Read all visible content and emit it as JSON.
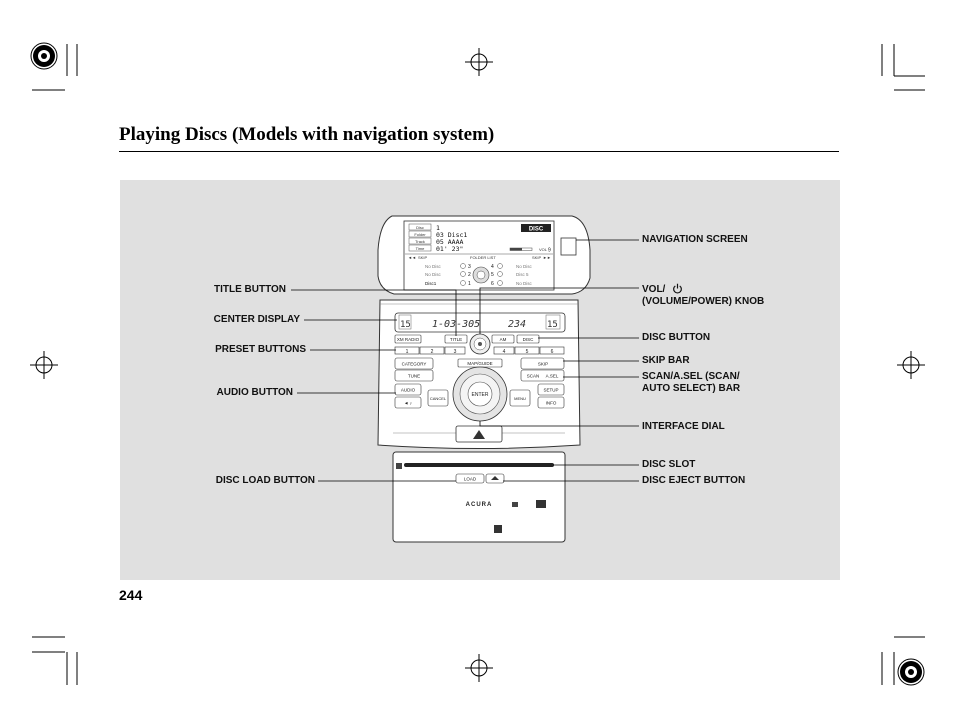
{
  "page": {
    "title": "Playing Discs (Models with navigation system)",
    "page_number": "244"
  },
  "callouts": {
    "title_button": "TITLE BUTTON",
    "center_display": "CENTER DISPLAY",
    "preset_buttons": "PRESET BUTTONS",
    "audio_button": "AUDIO BUTTON",
    "disc_load_button": "DISC LOAD BUTTON",
    "navigation_screen": "NAVIGATION SCREEN",
    "vol_knob_line1": "VOL/",
    "vol_knob_line2": "(VOLUME/POWER) KNOB",
    "disc_button": "DISC BUTTON",
    "skip_bar": "SKIP BAR",
    "scan_line1": "SCAN/A.SEL (SCAN/",
    "scan_line2": "AUTO SELECT) BAR",
    "interface_dial": "INTERFACE DIAL",
    "disc_slot": "DISC SLOT",
    "disc_eject_button": "DISC EJECT BUTTON"
  },
  "nav_screen": {
    "mode_label": "DISC",
    "rows": [
      {
        "label": "Disc",
        "value": "1"
      },
      {
        "label": "Folder",
        "value": "03 Disc1"
      },
      {
        "label": "Track",
        "value": "05 AAAA"
      },
      {
        "label": "Time",
        "value": "01' 23\""
      }
    ],
    "volume_label": "VOL",
    "volume_value": "9",
    "skip_label": "SKIP",
    "folder_list_label": "FOLDER LIST",
    "slots": [
      {
        "num": "1",
        "text": "Disc1"
      },
      {
        "num": "2",
        "text": "No Disc"
      },
      {
        "num": "3",
        "text": "No Disc"
      },
      {
        "num": "4",
        "text": "No Disc"
      },
      {
        "num": "5",
        "text": "Disc 5"
      },
      {
        "num": "6",
        "text": "No Disc"
      }
    ]
  },
  "center_display": {
    "left_value": "15",
    "main_text": "1-03-305",
    "track_text": "234",
    "right_value": "15"
  },
  "panel_buttons": {
    "xm_radio": "XM RADIO",
    "title": "TITLE",
    "am": "AM",
    "disc": "DISC",
    "presets": [
      "1",
      "2",
      "3",
      "4",
      "5",
      "6"
    ],
    "category": "CATEGORY",
    "tune": "TUNE",
    "audio": "AUDIO",
    "skip": "SKIP",
    "scan": "SCAN",
    "a_sel": "A.SEL",
    "setup": "SETUP",
    "info": "INFO",
    "map_guide": "MAP/GUIDE",
    "enter": "ENTER",
    "menu": "MENU",
    "cancel": "CANCEL",
    "load": "LOAD",
    "brand": "ACURA"
  }
}
